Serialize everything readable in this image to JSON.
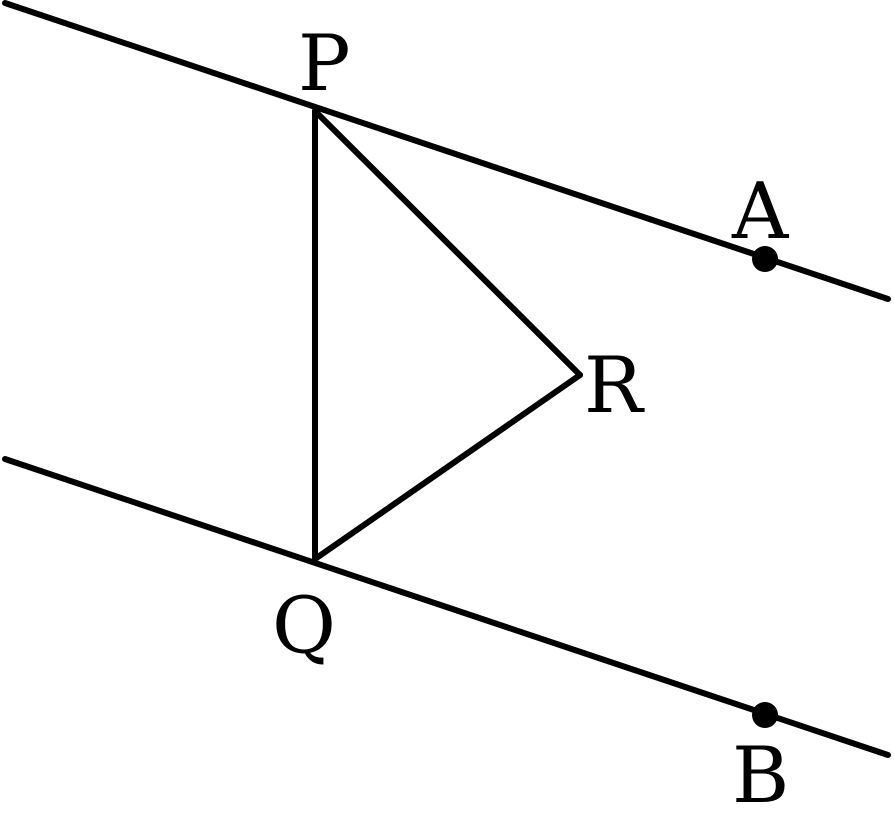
{
  "diagram": {
    "labels": {
      "P": "P",
      "Q": "Q",
      "R": "R",
      "A": "A",
      "B": "B"
    },
    "colors": {
      "stroke": "#000000",
      "background": "#ffffff"
    }
  }
}
